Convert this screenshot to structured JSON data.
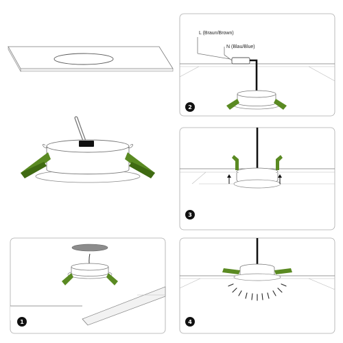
{
  "colors": {
    "spring_green": "#5a8a22",
    "outline": "#666666",
    "cable": "#111111",
    "hole_gray": "#8c8c8c",
    "step_badge": "#111111"
  },
  "icons": {
    "step_badge": "filled-circle-number",
    "arrow": "up-arrow",
    "light_rays": "radial-rays"
  },
  "wiring": {
    "live_label": "L (Braun/Brown)",
    "neutral_label": "N (Blau/Blue)"
  },
  "steps": [
    {
      "number": "1"
    },
    {
      "number": "2"
    },
    {
      "number": "3"
    },
    {
      "number": "4"
    }
  ]
}
